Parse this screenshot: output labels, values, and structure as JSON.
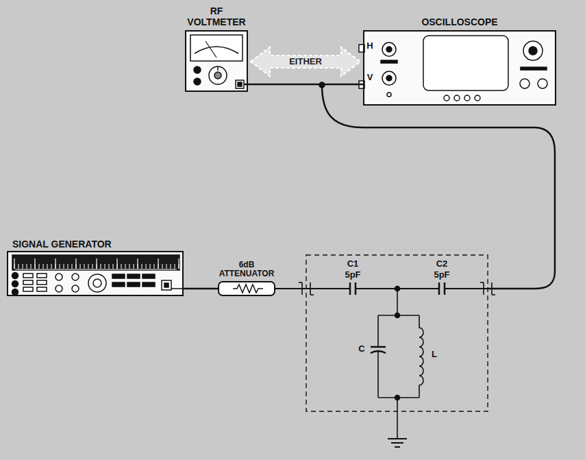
{
  "diagram": {
    "nodes": [
      {
        "text": [
          "RF VOLTMETER"
        ]
      },
      {
        "text": [
          "OSCILLOSCOPE"
        ]
      },
      {
        "text": [
          "SIGNAL GENERATOR"
        ]
      },
      {
        "text": [
          "6dB ATTENUATOR"
        ]
      }
    ],
    "edges": [
      {
        "from": 0,
        "to": 1,
        "arrow": "both",
        "label": "EITHER"
      },
      {
        "from": 0,
        "to": 1,
        "arrow": "none"
      },
      {
        "from": 2,
        "to": 3,
        "arrow": "none"
      }
    ],
    "labels": [
      "H",
      "V",
      "C1",
      "5pF",
      "C2",
      "5pF",
      "C",
      "L"
    ]
  }
}
